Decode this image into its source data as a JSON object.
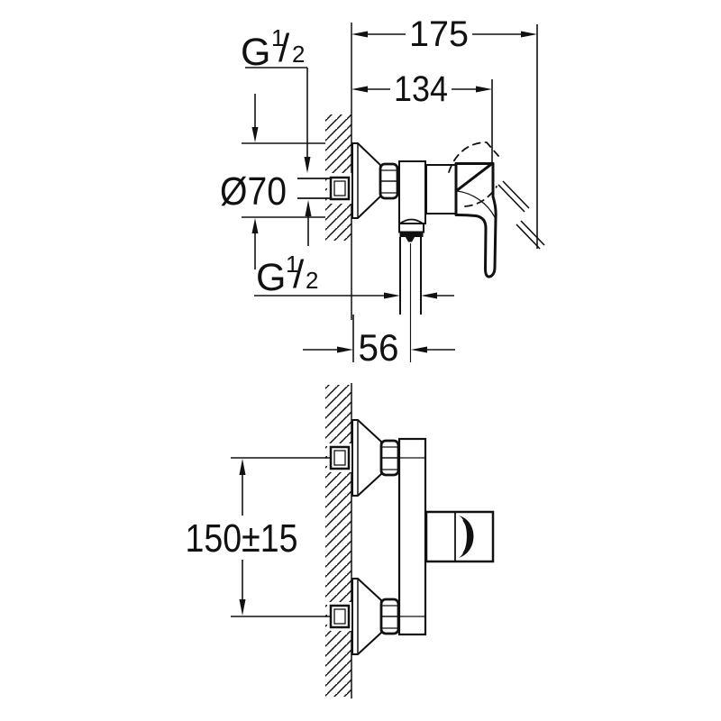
{
  "drawing": {
    "background": "#ffffff",
    "line_color": "#111111",
    "labels": {
      "side_view": {
        "width_total": "175",
        "width_to_body_front": "134",
        "escutcheon_diameter": "Ø70",
        "outlet_distance": "56",
        "thread_inlet": {
          "prefix": "G",
          "numerator": "1",
          "slash": "/",
          "denominator": "2"
        },
        "thread_outlet": {
          "prefix": "G",
          "numerator": "1",
          "slash": "/",
          "denominator": "2"
        }
      },
      "front_view": {
        "connection_spacing": "150±15"
      }
    }
  }
}
